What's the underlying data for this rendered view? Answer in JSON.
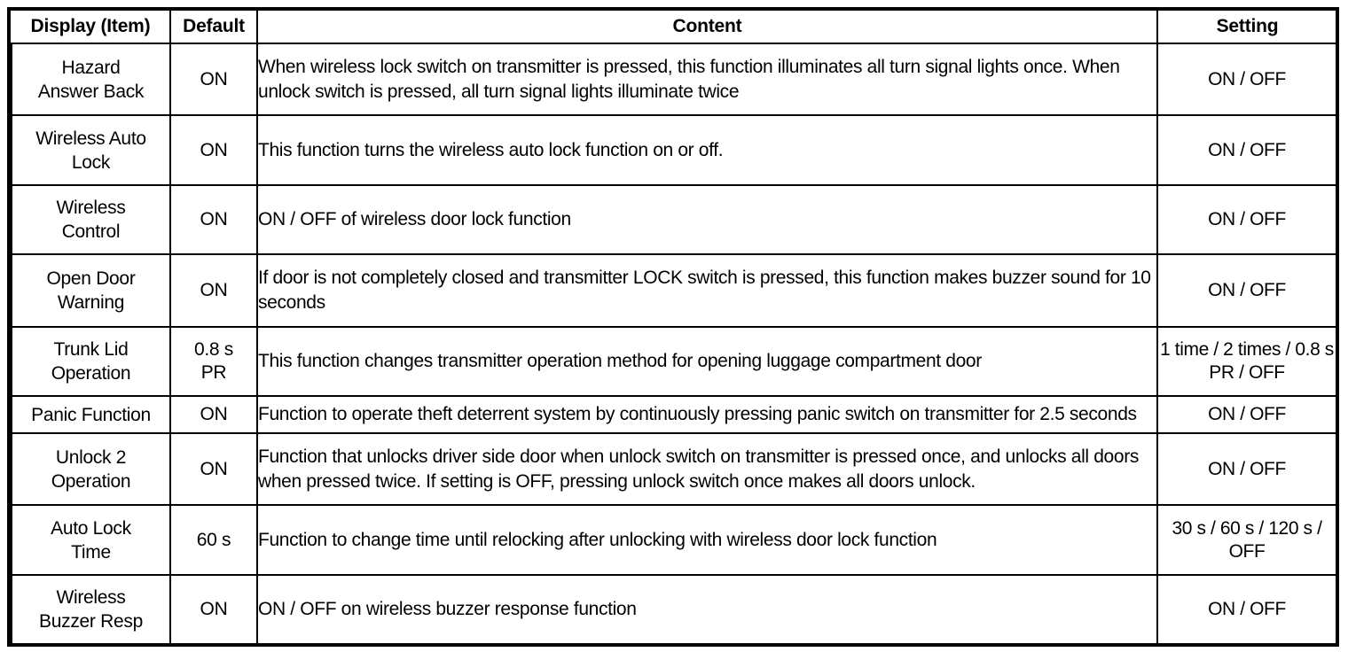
{
  "table": {
    "columns": [
      {
        "key": "item",
        "label": "Display (Item)"
      },
      {
        "key": "default",
        "label": "Default"
      },
      {
        "key": "content",
        "label": "Content"
      },
      {
        "key": "setting",
        "label": "Setting"
      }
    ],
    "rows": [
      {
        "item": "Hazard\nAnswer Back",
        "default": "ON",
        "content": "When wireless lock switch on transmitter is pressed, this function illuminates all turn signal lights once. When unlock switch is pressed, all turn signal lights illuminate twice",
        "setting": "ON / OFF"
      },
      {
        "item": "Wireless Auto\nLock",
        "default": "ON",
        "content": "This function turns the wireless auto lock function on or off.",
        "setting": "ON / OFF"
      },
      {
        "item": "Wireless\nControl",
        "default": "ON",
        "content": "ON / OFF of wireless door lock function",
        "setting": "ON / OFF"
      },
      {
        "item": "Open Door\nWarning",
        "default": "ON",
        "content": "If door is not completely closed and transmitter LOCK switch is pressed, this function makes buzzer sound for 10 seconds",
        "setting": "ON / OFF"
      },
      {
        "item": "Trunk Lid\nOperation",
        "default": "0.8 s\nPR",
        "content": "This function changes transmitter operation method for opening luggage compartment door",
        "setting": "1 time / 2 times / 0.8 s PR / OFF"
      },
      {
        "item": "Panic Function",
        "default": "ON",
        "content": "Function to operate theft deterrent system by continuously pressing panic switch on transmitter for 2.5 seconds",
        "setting": "ON / OFF"
      },
      {
        "item": "Unlock 2\nOperation",
        "default": "ON",
        "content": "Function that unlocks driver side door when unlock switch on transmitter is pressed once, and unlocks all doors when pressed twice. If setting is OFF, pressing unlock switch once makes all doors unlock.",
        "setting": "ON / OFF"
      },
      {
        "item": "Auto Lock\nTime",
        "default": "60 s",
        "content": "Function to change time until relocking after unlocking with wireless door lock function",
        "setting": "30 s / 60 s / 120 s / OFF"
      },
      {
        "item": "Wireless\nBuzzer Resp",
        "default": "ON",
        "content": "ON / OFF on wireless buzzer response function",
        "setting": "ON / OFF"
      }
    ]
  },
  "style": {
    "border_color": "#000000",
    "background_color": "#ffffff",
    "text_color": "#000000"
  }
}
